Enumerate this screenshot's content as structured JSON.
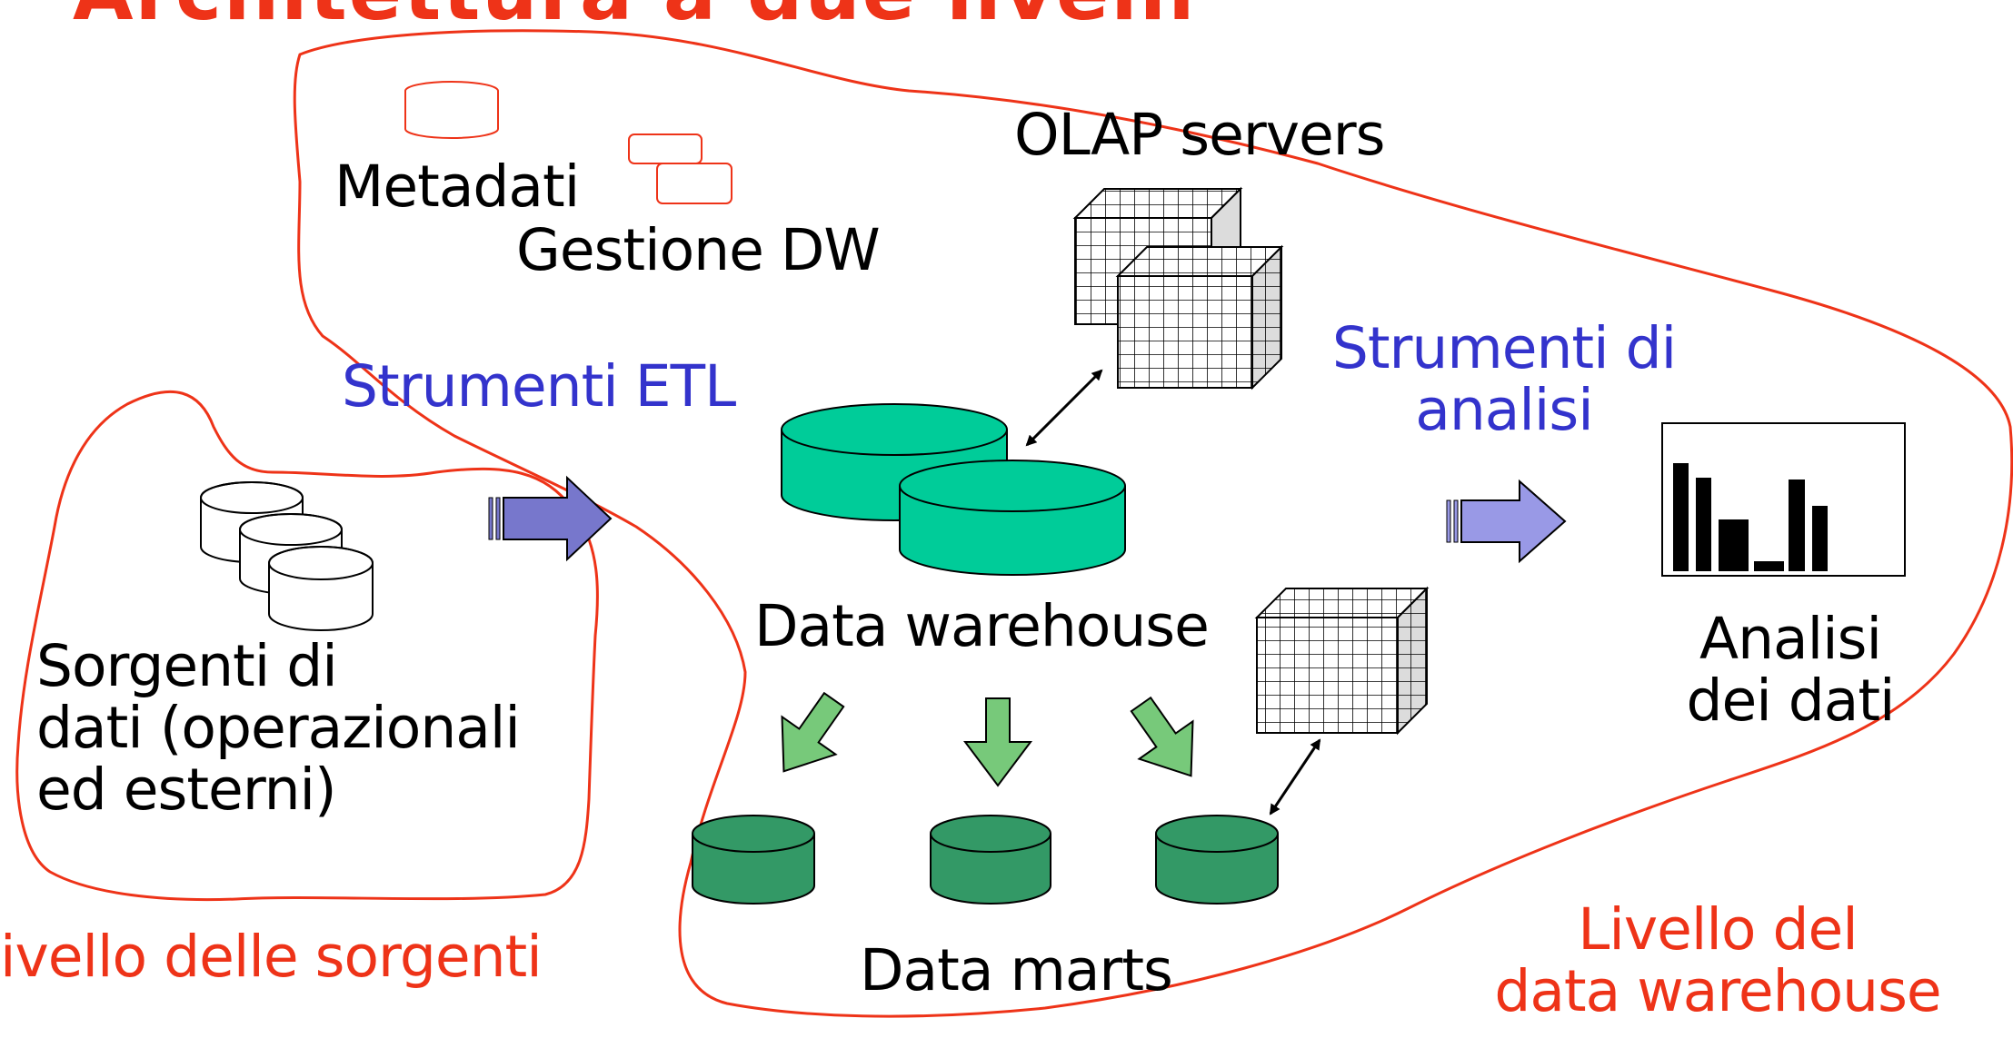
{
  "title": "Architettura a due livelli",
  "labels": {
    "metadati": "Metadati",
    "gestione_dw": "Gestione DW",
    "olap_servers": "OLAP servers",
    "strumenti_etl": "Strumenti ETL",
    "strumenti_analisi_1": "Strumenti di",
    "strumenti_analisi_2": "analisi",
    "sorgenti_1": "Sorgenti di",
    "sorgenti_2": "dati (operazionali",
    "sorgenti_3": "ed esterni)",
    "data_warehouse": "Data warehouse",
    "analisi_1": "Analisi",
    "analisi_2": "dei dati",
    "data_marts": "Data marts",
    "livello_sorgenti": "ivello delle sorgenti",
    "livello_dw_1": "Livello del",
    "livello_dw_2": "data warehouse"
  },
  "colors": {
    "boundary": "#ee3318",
    "etl_text": "#3333cc",
    "warehouse_fill": "#00cc99",
    "datamart_fill": "#339966",
    "down_arrow_fill": "#77c97a",
    "etl_arrow_fill": "#7777cc",
    "analysis_arrow_fill": "#9999e6"
  },
  "icons": [
    "metadata-cylinder-icon",
    "management-boxes-icon",
    "olap-cube-icon",
    "source-db-icon",
    "warehouse-cylinder-icon",
    "datamart-cylinder-icon",
    "bar-chart-icon",
    "block-arrow-icon",
    "double-arrow-icon"
  ]
}
